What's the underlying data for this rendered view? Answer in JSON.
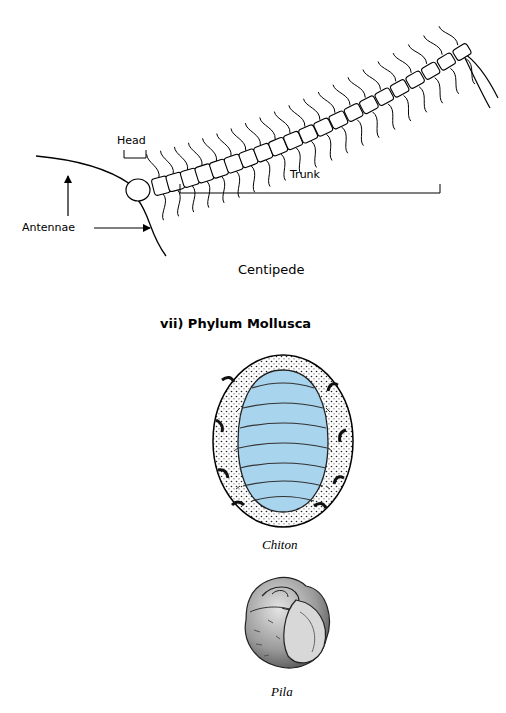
{
  "diagram": {
    "labels": [
      "Head",
      "Antennae",
      "Trunk",
      "Centipede",
      "vii) Phylum Mollusca",
      "Chiton",
      "Pila"
    ]
  }
}
